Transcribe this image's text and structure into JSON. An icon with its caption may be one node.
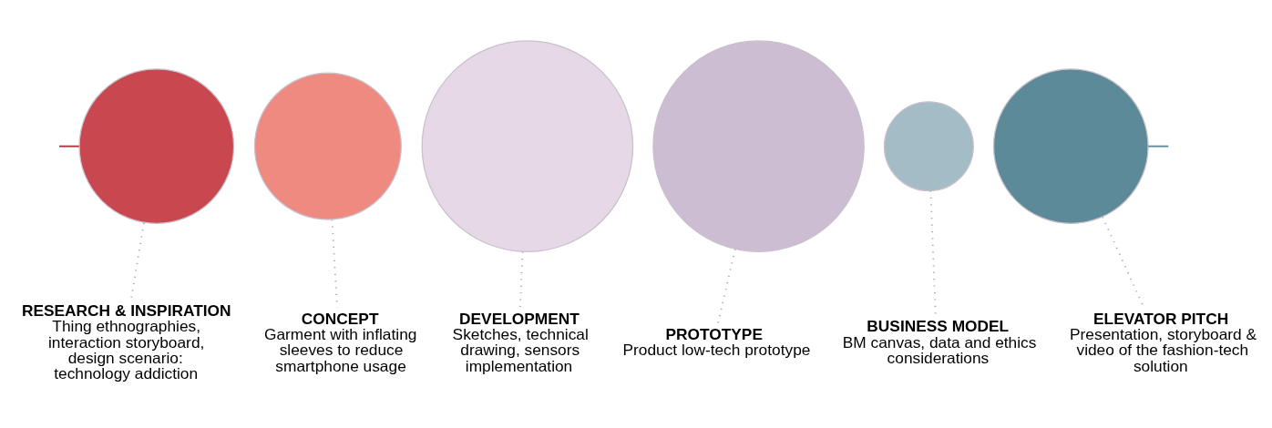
{
  "diagram": {
    "nodes": [
      {
        "text": [],
        "shape": "circle"
      },
      {
        "text": [],
        "shape": "circle"
      },
      {
        "text": [],
        "shape": "circle"
      },
      {
        "text": [],
        "shape": "circle"
      },
      {
        "text": [],
        "shape": "circle"
      },
      {
        "text": [],
        "shape": "circle"
      },
      {
        "text": [
          "RESEARCH & INSPIRATION",
          "Thing ethnographies, interaction storyboard, design scenario: technology addiction"
        ]
      },
      {
        "text": [
          "CONCEPT",
          "Garment with inflating sleeves to reduce smartphone usage"
        ]
      },
      {
        "text": [
          "DEVELOPMENT",
          "Sketches, technical drawing, sensors implementation"
        ]
      },
      {
        "text": [
          "PROTOTYPE",
          "Product low-tech prototype"
        ]
      },
      {
        "text": [
          "BUSINESS MODEL",
          "BM canvas, data and ethics considerations"
        ]
      },
      {
        "text": [
          "ELEVATOR PITCH",
          "Presentation, storyboard & video of the fashion-tech solution"
        ]
      }
    ],
    "edges": [
      {
        "from": null,
        "to": 0,
        "arrow": "none",
        "color": "#b5303a"
      },
      {
        "from": 0,
        "to": 6,
        "arrow": "none",
        "style": "dashed"
      },
      {
        "from": 1,
        "to": 7,
        "arrow": "none",
        "style": "dashed"
      },
      {
        "from": 2,
        "to": 8,
        "arrow": "none",
        "style": "dashed"
      },
      {
        "from": 3,
        "to": 9,
        "arrow": "none",
        "style": "dashed"
      },
      {
        "from": 4,
        "to": 10,
        "arrow": "none",
        "style": "dashed"
      },
      {
        "from": 5,
        "to": 11,
        "arrow": "none",
        "style": "dashed"
      },
      {
        "from": 5,
        "to": null,
        "arrow": "none",
        "color": "#5b8a99"
      }
    ]
  }
}
